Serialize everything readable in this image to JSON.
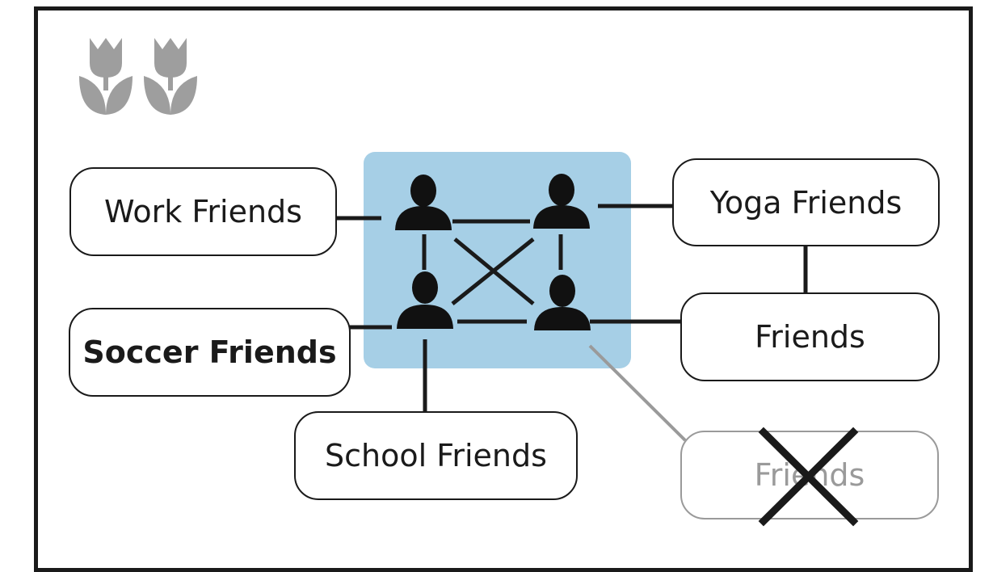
{
  "colors": {
    "frame": "#1a1a1a",
    "line": "#1a1a1a",
    "faded": "#9a9a9a",
    "core_fill": "#a6cfe6",
    "icon_grey": "#9e9e9e",
    "person": "#111111"
  },
  "icons": {
    "decoration": [
      "tulip-icon",
      "tulip-icon"
    ],
    "people": [
      "person-icon",
      "person-icon",
      "person-icon",
      "person-icon"
    ]
  },
  "groups": {
    "work": "Work Friends",
    "yoga": "Yoga Friends",
    "soccer": "Soccer Friends",
    "friends": "Friends",
    "school": "School Friends",
    "removed": "Friends"
  }
}
